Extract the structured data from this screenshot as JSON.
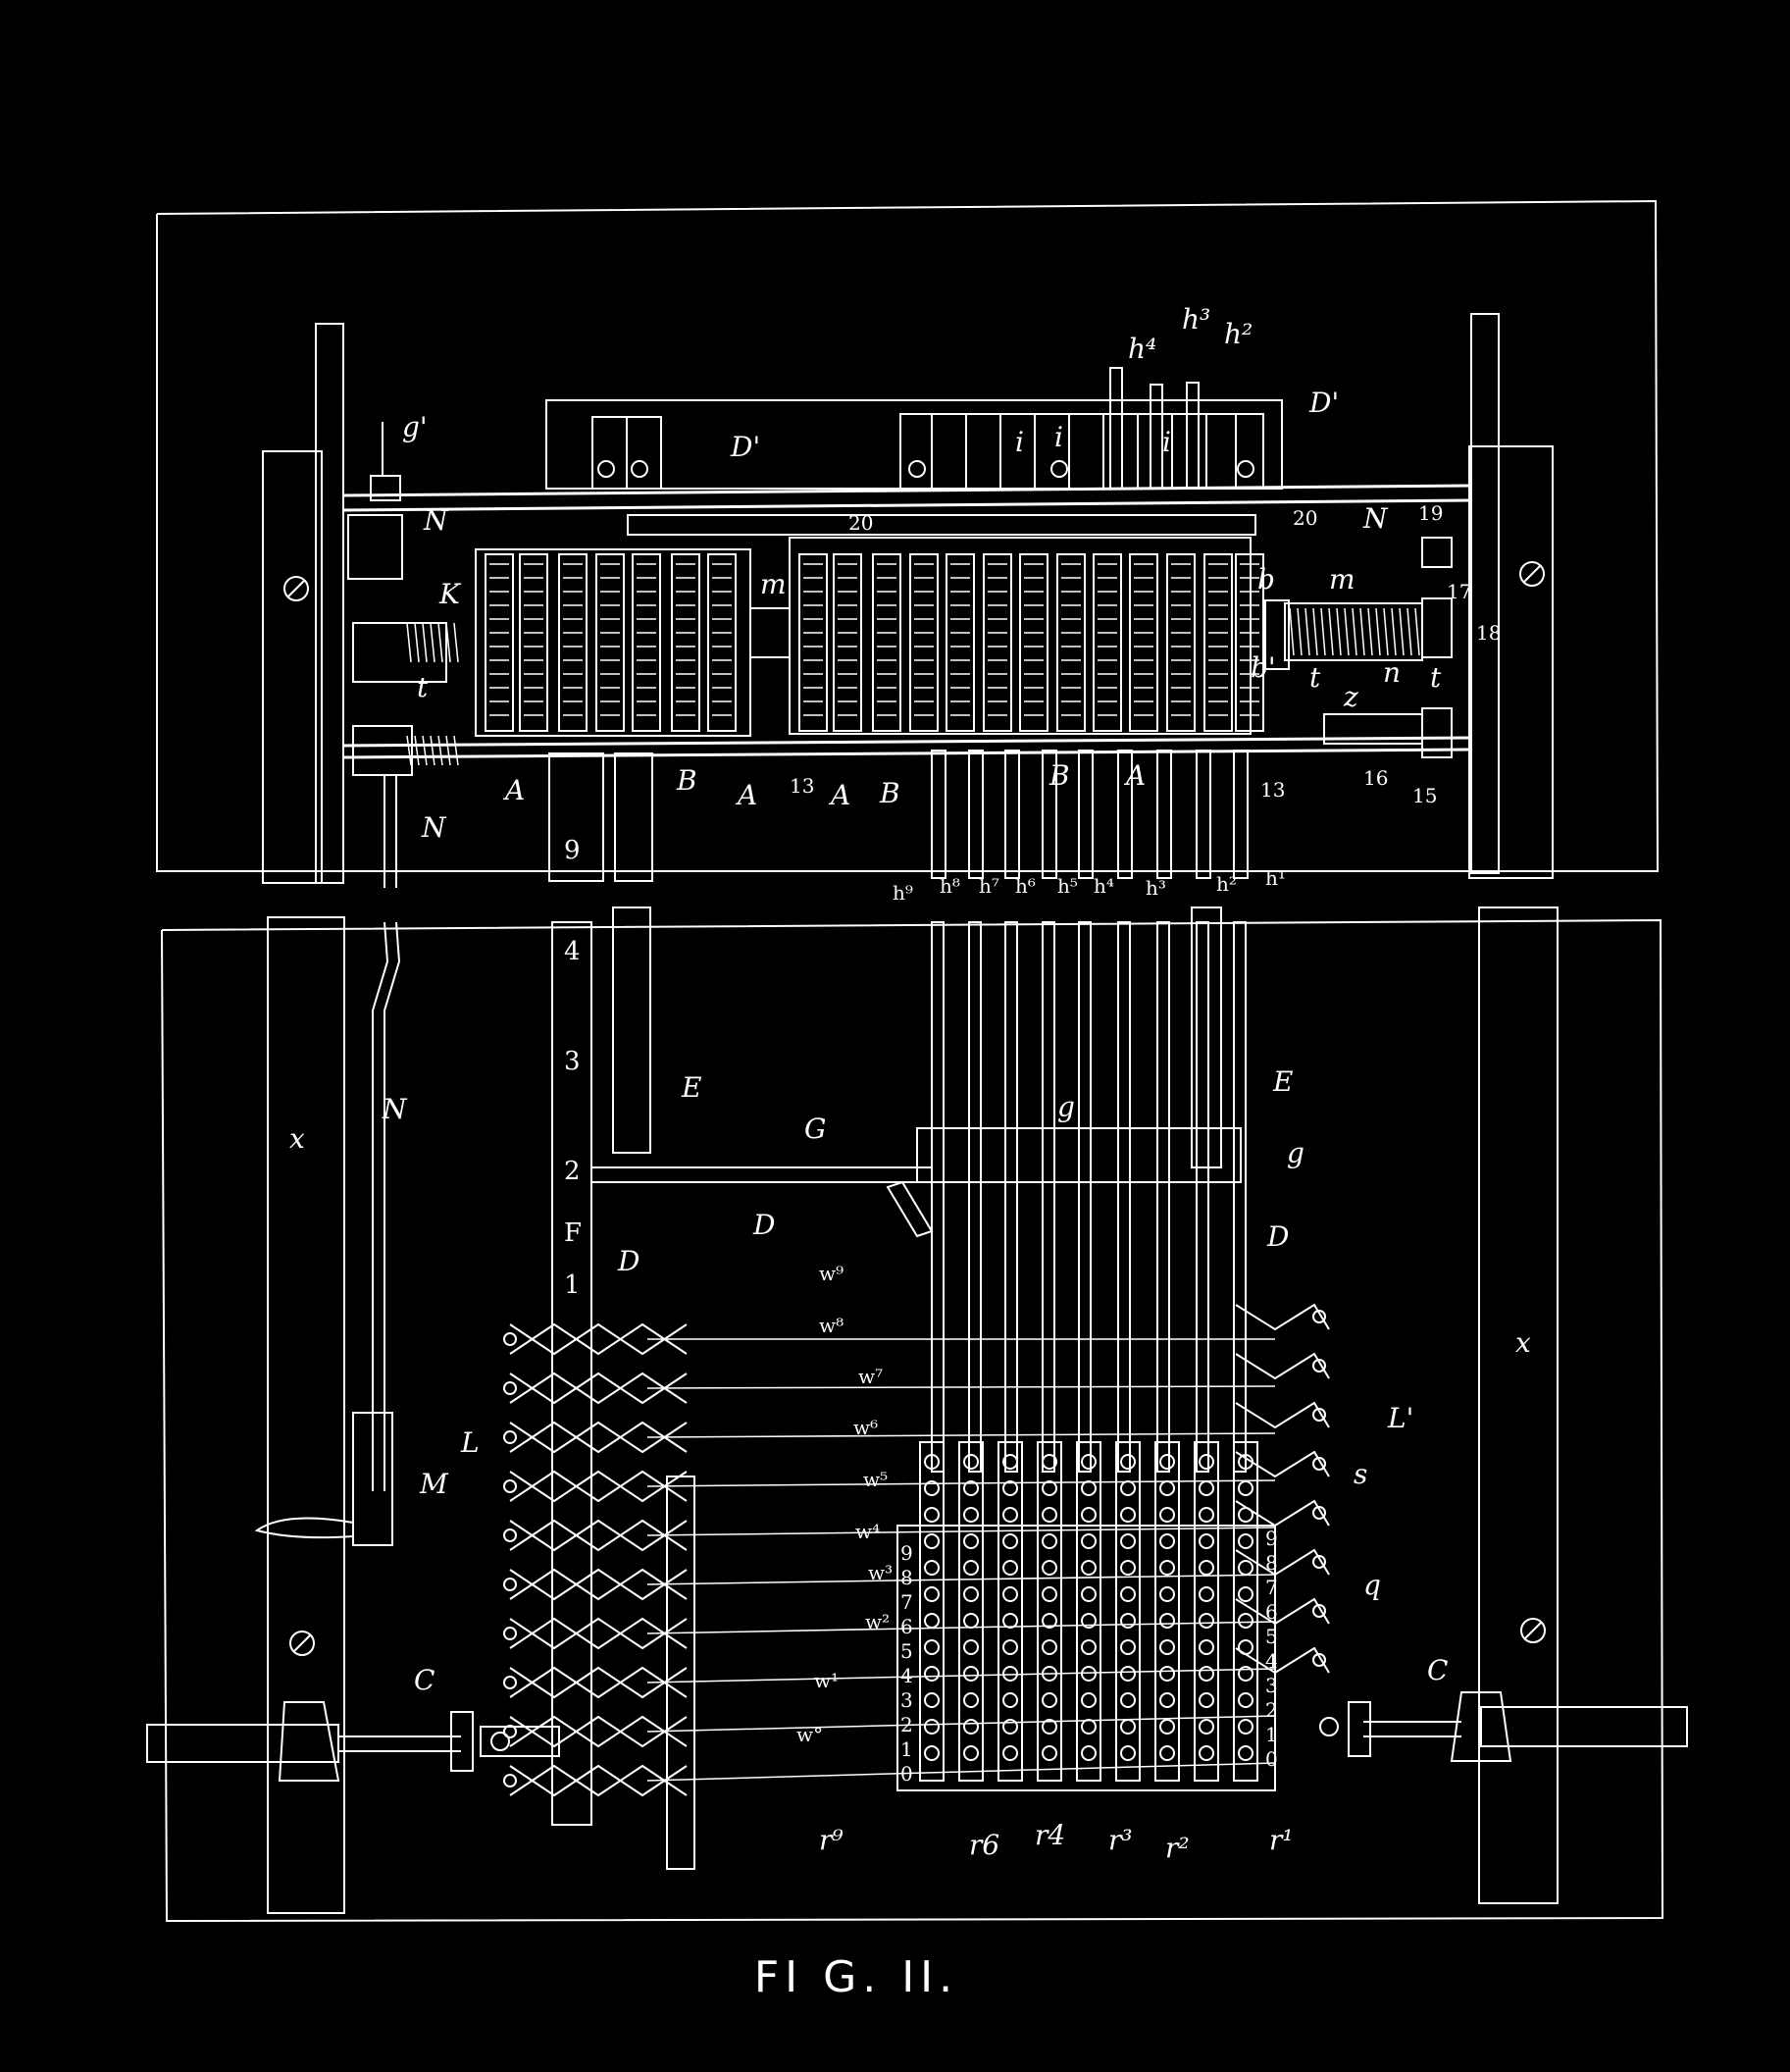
{
  "figure": {
    "caption": "FI G. II.",
    "colors": {
      "background": "#000000",
      "lines": "#ffffff"
    }
  },
  "labels": {
    "h4": "h⁴",
    "h3": "h³",
    "h2": "h²",
    "D1_left": "D'",
    "D1_right": "D'",
    "g1": "g'",
    "N_top": "N",
    "N_top_right": "N",
    "K": "K",
    "m_left": "m",
    "m_right": "m",
    "c_20a": "20",
    "c_20b": "20",
    "b": "b",
    "b1": "b'",
    "n": "n",
    "t_left": "t",
    "t_mid": "t",
    "t_right": "t",
    "z": "z",
    "c19": "19",
    "c17": "17",
    "c18": "18",
    "c16": "16",
    "c15": "15",
    "c13a": "13",
    "c13b": "13",
    "A1": "A",
    "B1": "B",
    "A2": "A",
    "A3": "A",
    "B2": "B",
    "B3": "B",
    "A4": "A",
    "i1": "i",
    "i2": "i",
    "i3": "i",
    "N_bottom_top": "N",
    "N_mid": "N",
    "n9": "9",
    "n4": "4",
    "n3": "3",
    "n2": "2",
    "n1": "1",
    "E_left": "E",
    "E_right": "E",
    "G": "G",
    "D_mid": "D",
    "D_right": "D",
    "D_small": "D",
    "g_mid": "g",
    "g_right": "g",
    "F": "F",
    "x_left": "x",
    "x_right": "x",
    "M": "M",
    "L": "L",
    "L1": "L'",
    "s": "s",
    "q": "q",
    "C_left": "C",
    "C_right": "C",
    "w9": "w⁹",
    "w8": "w⁸",
    "w7": "w⁷",
    "w6": "w⁶",
    "w5": "w⁵",
    "w4": "w⁴",
    "w3": "w³",
    "w2": "w²",
    "w1": "w¹",
    "w0": "w°",
    "h9": "h⁹",
    "h8": "h⁸",
    "h7": "h⁷",
    "h6": "h⁶",
    "h5": "h⁵",
    "h4b": "h⁴",
    "h3b": "h³",
    "h2b": "h²",
    "h1": "h¹",
    "r9": "r⁹",
    "r6": "r6",
    "r4": "r4",
    "r3": "r³",
    "r2": "r²",
    "r1": "r¹"
  },
  "scale_digits": [
    "9",
    "8",
    "7",
    "6",
    "5",
    "4",
    "3",
    "2",
    "1",
    "0"
  ]
}
